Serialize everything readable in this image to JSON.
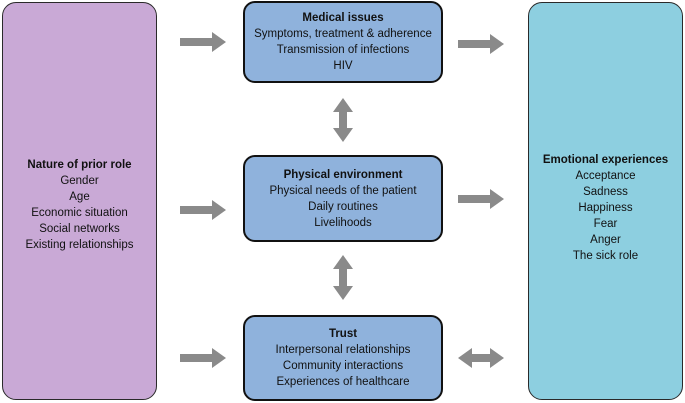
{
  "left": {
    "title": "Nature of  prior role",
    "items": [
      "Gender",
      "Age",
      "Economic situation",
      "Social networks",
      "Existing relationships"
    ]
  },
  "medical": {
    "title": "Medical issues",
    "items": [
      "Symptoms, treatment & adherence",
      "Transmission of infections",
      "HIV"
    ]
  },
  "physical": {
    "title": "Physical environment",
    "items": [
      "Physical needs of the patient",
      "Daily routines",
      "Livelihoods"
    ]
  },
  "trust": {
    "title": "Trust",
    "items": [
      "Interpersonal relationships",
      "Community interactions",
      "Experiences of healthcare"
    ]
  },
  "right": {
    "title": "Emotional experiences",
    "items": [
      "Acceptance",
      "Sadness",
      "Happiness",
      "Fear",
      "Anger",
      "The sick role"
    ]
  },
  "colors": {
    "left_box": "#c9a9d6",
    "middle_box": "#8fb2dc",
    "right_box": "#8dcfe0",
    "arrow": "#8a8a8a"
  }
}
